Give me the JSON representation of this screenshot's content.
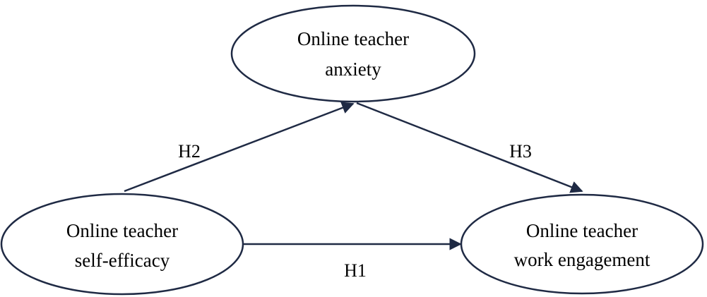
{
  "nodes": {
    "anxiety": {
      "line1": "Online teacher",
      "line2": "anxiety"
    },
    "self_efficacy": {
      "line1": "Online teacher",
      "line2": "self-efficacy"
    },
    "work_engagement": {
      "line1": "Online teacher",
      "line2": "work engagement"
    }
  },
  "edges": {
    "h1": {
      "label": "H1",
      "from": "self_efficacy",
      "to": "work_engagement"
    },
    "h2": {
      "label": "H2",
      "from": "self_efficacy",
      "to": "anxiety"
    },
    "h3": {
      "label": "H3",
      "from": "anxiety",
      "to": "work_engagement"
    }
  },
  "colors": {
    "stroke": "#1f2a44",
    "fill": "#ffffff",
    "text": "#000000"
  }
}
